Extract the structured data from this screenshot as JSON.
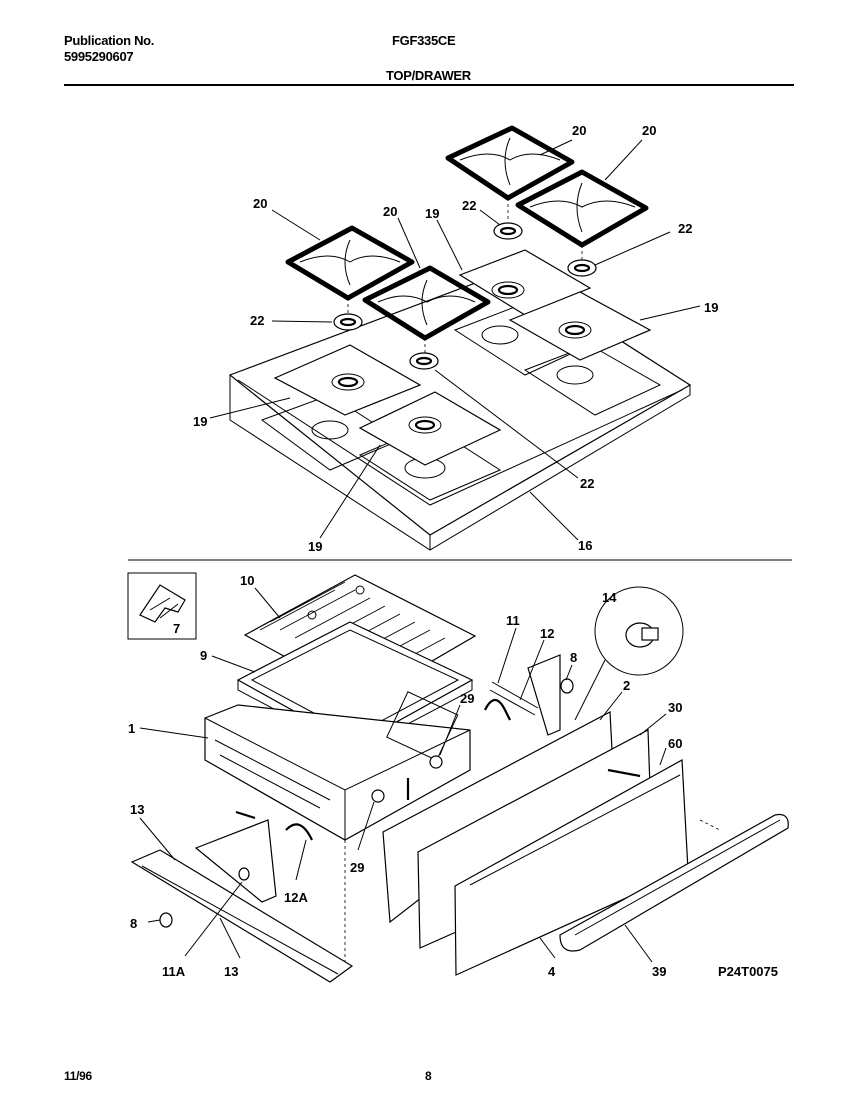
{
  "header": {
    "publication_label": "Publication No.",
    "publication_number": "5995290607",
    "model": "FGF335CE",
    "section": "TOP/DRAWER"
  },
  "footer": {
    "date": "11/96",
    "page": "8"
  },
  "diagram": {
    "figure_code": "P24T0075",
    "callouts": {
      "c20a": "20",
      "c20b": "20",
      "c20c": "20",
      "c20d": "20",
      "c19a": "19",
      "c19b": "19",
      "c19c": "19",
      "c19d": "19",
      "c22a": "22",
      "c22b": "22",
      "c22c": "22",
      "c22d": "22",
      "c16": "16",
      "c7": "7",
      "c10": "10",
      "c9": "9",
      "c1": "1",
      "c14": "14",
      "c11": "11",
      "c12": "12",
      "c8a": "8",
      "c2": "2",
      "c29a": "29",
      "c30": "30",
      "c60": "60",
      "c13a": "13",
      "c29b": "29",
      "c12a": "12A",
      "c8b": "8",
      "c11a": "11A",
      "c13b": "13",
      "c4": "4",
      "c39": "39"
    }
  }
}
